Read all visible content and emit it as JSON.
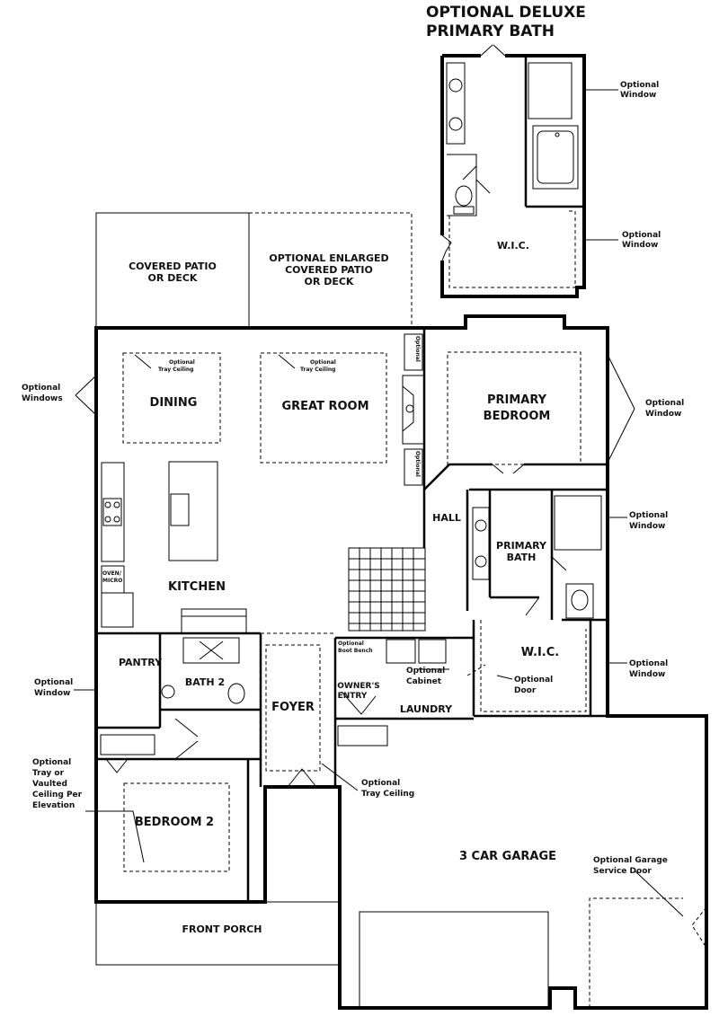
{
  "title": {
    "line1": "OPTIONAL DELUXE",
    "line2": "PRIMARY BATH"
  },
  "rooms": {
    "covered_patio": [
      "COVERED PATIO",
      "OR DECK"
    ],
    "enlarged_patio": [
      "OPTIONAL ENLARGED",
      "COVERED PATIO",
      "OR DECK"
    ],
    "dining": "DINING",
    "great_room": "GREAT ROOM",
    "primary_bedroom": [
      "PRIMARY",
      "BEDROOM"
    ],
    "kitchen": "KITCHEN",
    "hall": "HALL",
    "primary_bath": [
      "PRIMARY",
      "BATH"
    ],
    "wic_deluxe": "W.I.C.",
    "wic_main": "W.I.C.",
    "pantry": "PANTRY",
    "bath2": "BATH 2",
    "foyer": "FOYER",
    "owners_entry": [
      "OWNER'S",
      "ENTRY"
    ],
    "laundry": "LAUNDRY",
    "bedroom2": "BEDROOM 2",
    "garage": "3 CAR GARAGE",
    "front_porch": "FRONT PORCH"
  },
  "notes": {
    "opt_window_deluxe_top": [
      "Optional",
      "Window"
    ],
    "opt_window_deluxe_bottom": [
      "Optional",
      "Window"
    ],
    "opt_windows_left": [
      "Optional",
      "Windows"
    ],
    "opt_window_primary_bed": [
      "Optional",
      "Window"
    ],
    "opt_window_primary_bath": [
      "Optional",
      "Window"
    ],
    "opt_window_wic": [
      "Optional",
      "Window"
    ],
    "opt_window_pantry": [
      "Optional",
      "Window"
    ],
    "tray_dining": [
      "Optional",
      "Tray Ceiling"
    ],
    "tray_great": [
      "Optional",
      "Tray Ceiling"
    ],
    "opt_tray_bedroom2": [
      "Optional",
      "Tray or",
      "Vaulted",
      "Ceiling Per",
      "Elevation"
    ],
    "opt_tray_foyer": [
      "Optional",
      "Tray Ceiling"
    ],
    "opt_boot_bench": [
      "Optional",
      "Boot Bench"
    ],
    "opt_cabinet": [
      "Optional",
      "Cabinet"
    ],
    "opt_door": [
      "Optional",
      "Door"
    ],
    "opt_garage_door": [
      "Optional Garage",
      "Service Door"
    ],
    "oven_micro": [
      "OVEN/",
      "MICRO"
    ],
    "fireplace_opt_top": "Optional",
    "fireplace_opt_bottom": "Optional"
  }
}
